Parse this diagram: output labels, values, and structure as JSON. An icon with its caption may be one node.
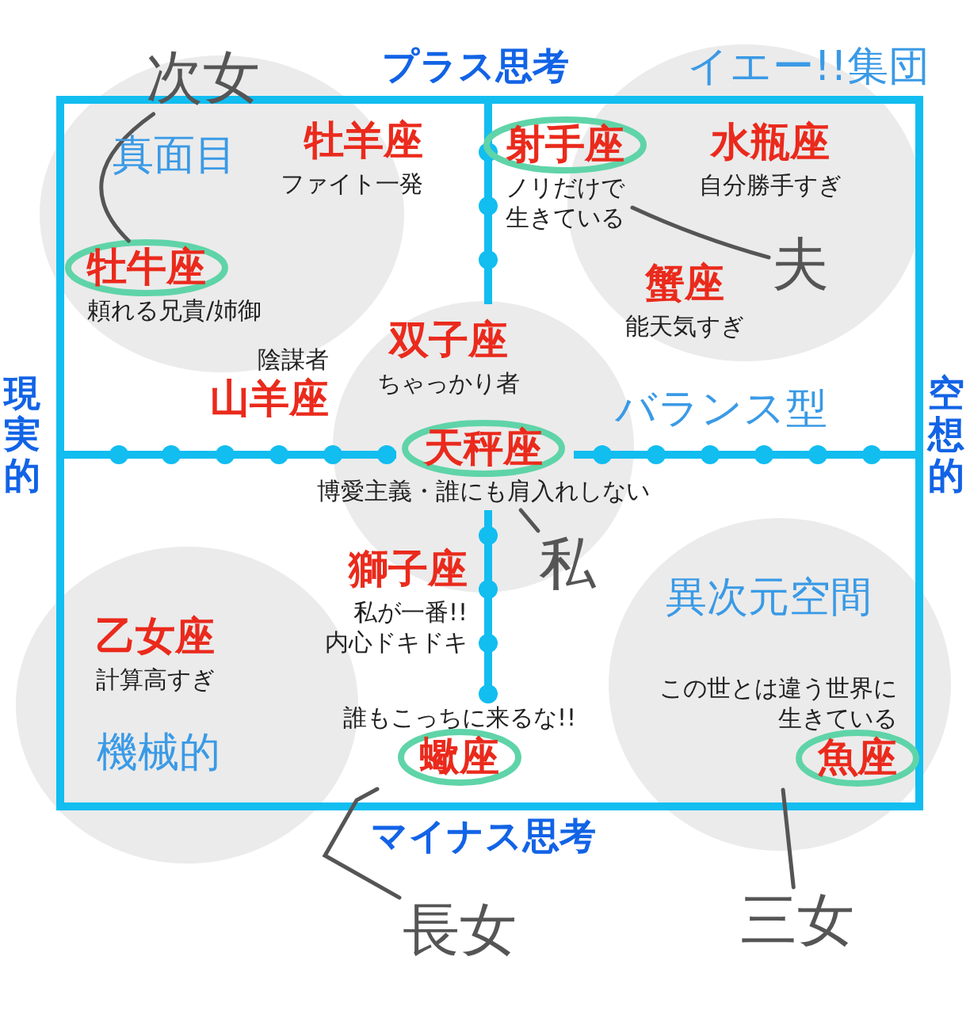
{
  "diagram": {
    "nodes": [
      {
        "text": [
          "牡羊座",
          "ファイト一発"
        ]
      },
      {
        "text": [
          "牡牛座",
          "頼れる兄貴/姉御"
        ]
      },
      {
        "text": [
          "陰謀者",
          "山羊座"
        ]
      },
      {
        "text": [
          "双子座",
          "ちゃっかり者"
        ]
      },
      {
        "text": [
          "射手座",
          "ノリだけで生きている"
        ]
      },
      {
        "text": [
          "水瓶座",
          "自分勝手すぎ"
        ]
      },
      {
        "text": [
          "蟹座",
          "能天気すぎ"
        ]
      },
      {
        "text": [
          "天秤座",
          "博愛主義・誰にも肩入れしない"
        ]
      },
      {
        "text": [
          "獅子座",
          "私が一番!!内心ドキドキ"
        ]
      },
      {
        "text": [
          "乙女座",
          "計算高すぎ"
        ]
      },
      {
        "text": [
          "誰もこっちに来るな!!",
          "蠍座"
        ]
      },
      {
        "text": [
          "この世とは違う世界に生きている",
          "魚座"
        ]
      },
      {
        "text": [
          "次女"
        ]
      },
      {
        "text": [
          "夫"
        ]
      },
      {
        "text": [
          "私"
        ]
      },
      {
        "text": [
          "長女"
        ]
      },
      {
        "text": [
          "三女"
        ]
      }
    ],
    "edges": [
      {
        "from": 12,
        "to": 1,
        "arrow": "none"
      },
      {
        "from": 13,
        "to": 4,
        "arrow": "none"
      },
      {
        "from": 14,
        "to": 7,
        "arrow": "none"
      },
      {
        "from": 15,
        "to": 10,
        "arrow": "none"
      },
      {
        "from": 16,
        "to": 11,
        "arrow": "none"
      }
    ],
    "labels": [
      "プラス思考",
      "イエー!!集団",
      "真面目",
      "現実的",
      "空想的",
      "バランス型",
      "異次元空間",
      "機械的",
      "マイナス思考"
    ]
  }
}
